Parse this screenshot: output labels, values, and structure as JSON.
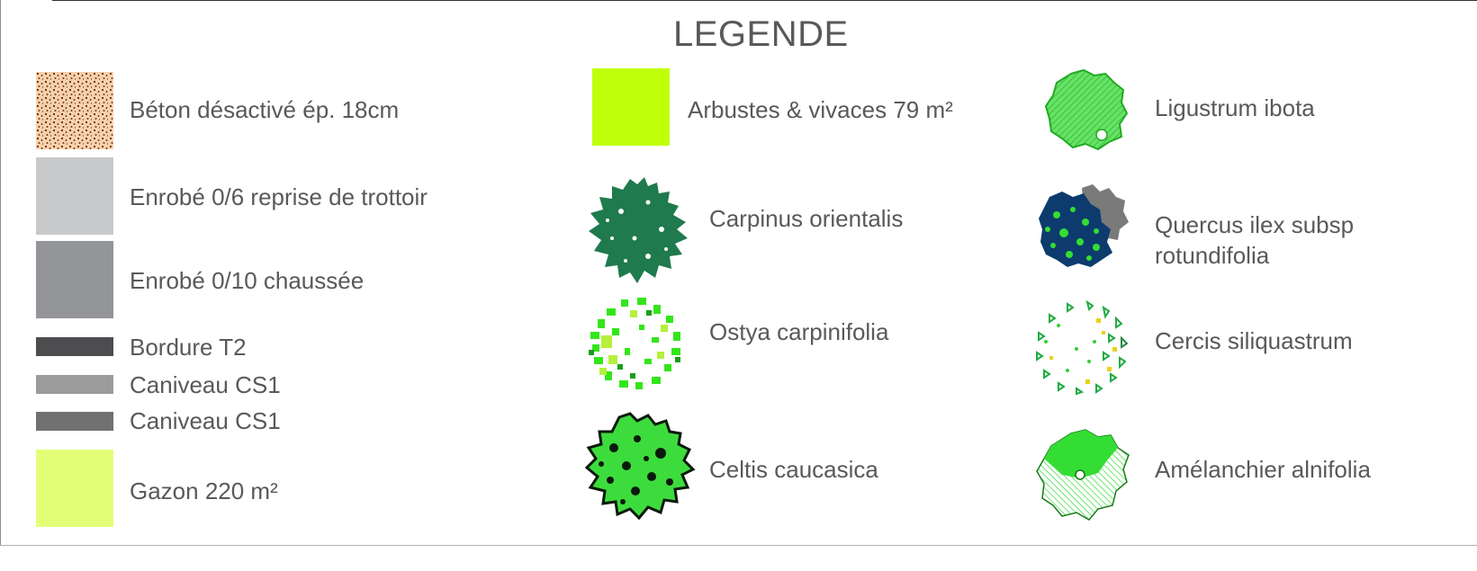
{
  "legend": {
    "title": "LEGENDE",
    "items": [
      {
        "label": "Béton désactivé ép. 18cm",
        "icon": "concrete-texture-icon",
        "color": "#f6d2aa"
      },
      {
        "label": "Enrobé 0/6 reprise de trottoir",
        "icon": "asphalt-sidewalk-swatch",
        "color": "#c8c9cb"
      },
      {
        "label": "Enrobé 0/10 chaussée",
        "icon": "asphalt-road-swatch",
        "color": "#939598"
      },
      {
        "label": "Bordure T2",
        "icon": "curb-swatch",
        "color": "#4d4d4f"
      },
      {
        "label": "Caniveau CS1",
        "icon": "gutter-light-swatch",
        "color": "#9b9b9b"
      },
      {
        "label": "Caniveau CS1",
        "icon": "gutter-dark-swatch",
        "color": "#717171"
      },
      {
        "label": "Gazon 220 m²",
        "icon": "lawn-swatch",
        "color": "#e3ff78"
      },
      {
        "label": "Arbustes & vivaces 79 m²",
        "icon": "shrubs-swatch",
        "color": "#c0ff0a"
      },
      {
        "label": "Carpinus orientalis",
        "icon": "tree-carpinus-icon",
        "color": "#1f7a4d"
      },
      {
        "label": "Ostya carpinifolia",
        "icon": "tree-ostrya-icon",
        "color": "#33e61a"
      },
      {
        "label": "Celtis caucasica",
        "icon": "tree-celtis-icon",
        "color": "#3ddc3d"
      },
      {
        "label": "Ligustrum ibota",
        "icon": "shrub-ligustrum-icon",
        "color": "#55e055"
      },
      {
        "label": "Quercus ilex subsp",
        "label2": "rotundifolia",
        "icon": "tree-quercus-icon",
        "color": "#0d3b6e"
      },
      {
        "label": "Cercis siliquastrum",
        "icon": "tree-cercis-icon",
        "color": "#22aa44"
      },
      {
        "label": "Amélanchier alnifolia",
        "icon": "tree-amelanchier-icon",
        "color": "#33dd33"
      }
    ]
  }
}
